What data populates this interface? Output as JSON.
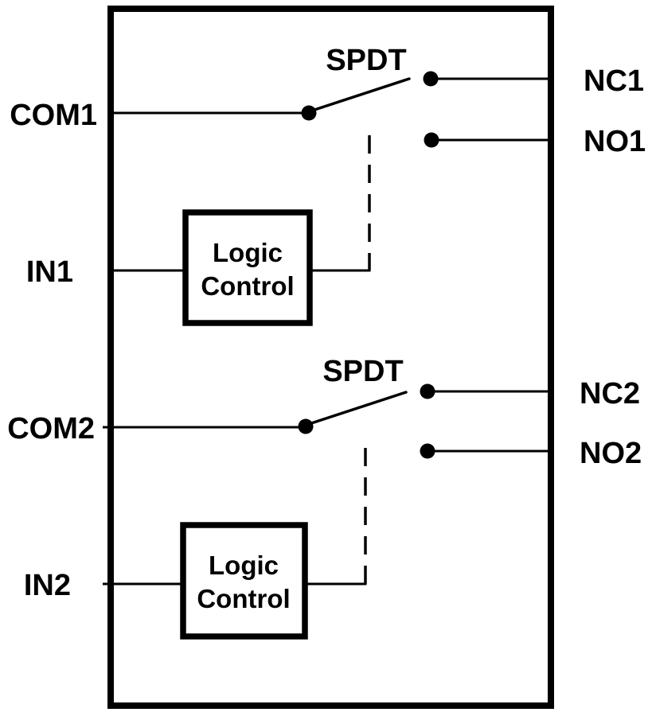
{
  "diagram": {
    "kind": "dual-spdt-switch-functional-block-diagram",
    "labels": {
      "spdt1": "SPDT",
      "spdt2": "SPDT",
      "com1": "COM1",
      "in1": "IN1",
      "com2": "COM2",
      "in2": "IN2",
      "nc1": "NC1",
      "no1": "NO1",
      "nc2": "NC2",
      "no2": "NO2",
      "logic1": {
        "line1": "Logic",
        "line2": "Control"
      },
      "logic2": {
        "line1": "Logic",
        "line2": "Control"
      }
    },
    "colors": {
      "ink": "#000000",
      "background": "#ffffff"
    }
  }
}
